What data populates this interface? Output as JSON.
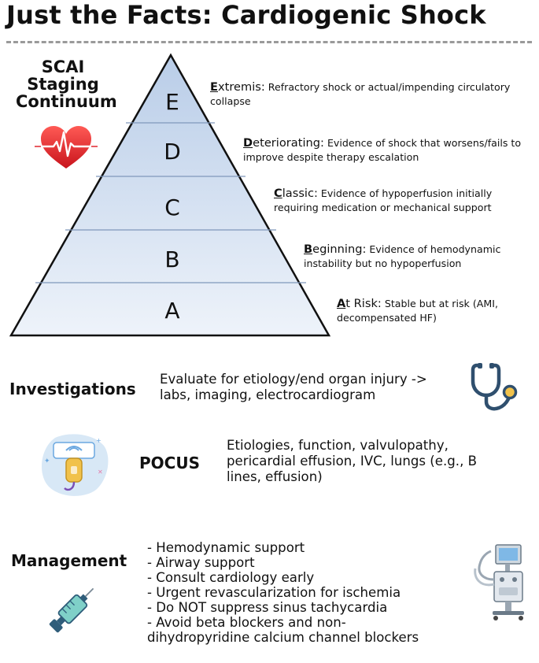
{
  "title": "Just the Facts: Cardiogenic Shock",
  "scai": {
    "lines": [
      "SCAI",
      "Staging",
      "Continuum"
    ]
  },
  "pyramid": {
    "letters": [
      "E",
      "D",
      "C",
      "B",
      "A"
    ],
    "stages": [
      {
        "initial": "E",
        "rest": "xtremis:",
        "line1": " Refractory shock or actual/impending circulatory",
        "line2": "collapse"
      },
      {
        "initial": "D",
        "rest": "eteriorating:",
        "line1": " Evidence of shock that worsens/fails to",
        "line2": "improve despite therapy escalation"
      },
      {
        "initial": "C",
        "rest": "lassic:",
        "line1": " Evidence of hypoperfusion initially",
        "line2": "requiring medication or mechanical support"
      },
      {
        "initial": "B",
        "rest": "eginning:",
        "line1": " Evidence of hemodynamic",
        "line2": "instability but no hypoperfusion"
      },
      {
        "initial": "A",
        "rest": "t Risk:",
        "line1": " Stable but at risk (AMI,",
        "line2": "decompensated HF)"
      }
    ],
    "colors": {
      "top": "#b9cde8",
      "bottom": "#eef3fa",
      "line": "#7f98bb",
      "stroke": "#111111"
    }
  },
  "investigations": {
    "heading": "Investigations",
    "lines": [
      "Evaluate for etiology/end organ injury ->",
      "labs, imaging, electrocardiogram"
    ]
  },
  "pocus": {
    "heading": "POCUS",
    "lines": [
      "Etiologies, function, valvulopathy,",
      "pericardial effusion, IVC, lungs (e.g., B",
      "lines, effusion)"
    ]
  },
  "management": {
    "heading": "Management",
    "items": [
      "- Hemodynamic support",
      "- Airway support",
      "- Consult cardiology early",
      "- Urgent revascularization for ischemia",
      "- Do NOT suppress sinus tachycardia",
      "- Avoid beta blockers and non-",
      "dihydropyridine calcium channel blockers"
    ]
  },
  "icons": [
    "heart-ecg-icon",
    "stethoscope-icon",
    "ultrasound-probe-icon",
    "syringe-icon",
    "ventilator-icon"
  ],
  "accent_colors": {
    "heart": "#e0262f",
    "stethoscope": "#2f4f6e",
    "probe": "#f1c24b",
    "syringe": "#7fd0c8"
  }
}
